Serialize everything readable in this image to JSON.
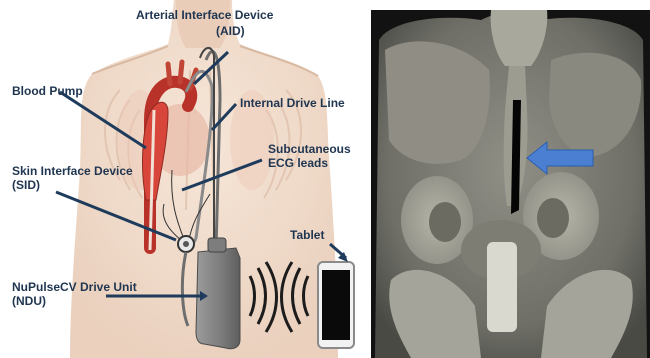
{
  "labels": {
    "aid_line1": "Arterial Interface Device",
    "aid_line2": "(AID)",
    "blood_pump": "Blood Pump",
    "internal_drive_line": "Internal Drive Line",
    "ecg_line1": "Subcutaneous",
    "ecg_line2": "ECG leads",
    "sid_line1": "Skin Interface Device",
    "sid_line2": "(SID)",
    "ndu_line1": "NuPulseCV Drive Unit",
    "ndu_line2": "(NDU)",
    "tablet": "Tablet"
  },
  "colors": {
    "label_text": "#1f3550",
    "pointer_line": "#1f3b5c",
    "ct_arrow": "#4a7fd1",
    "pump_red": "#c0392b",
    "skin": "#f1d9c6"
  },
  "icons": {
    "wireless_signal_left": "wireless-signal-icon",
    "wireless_signal_right": "wireless-signal-icon",
    "tablet_device": "tablet-icon"
  }
}
